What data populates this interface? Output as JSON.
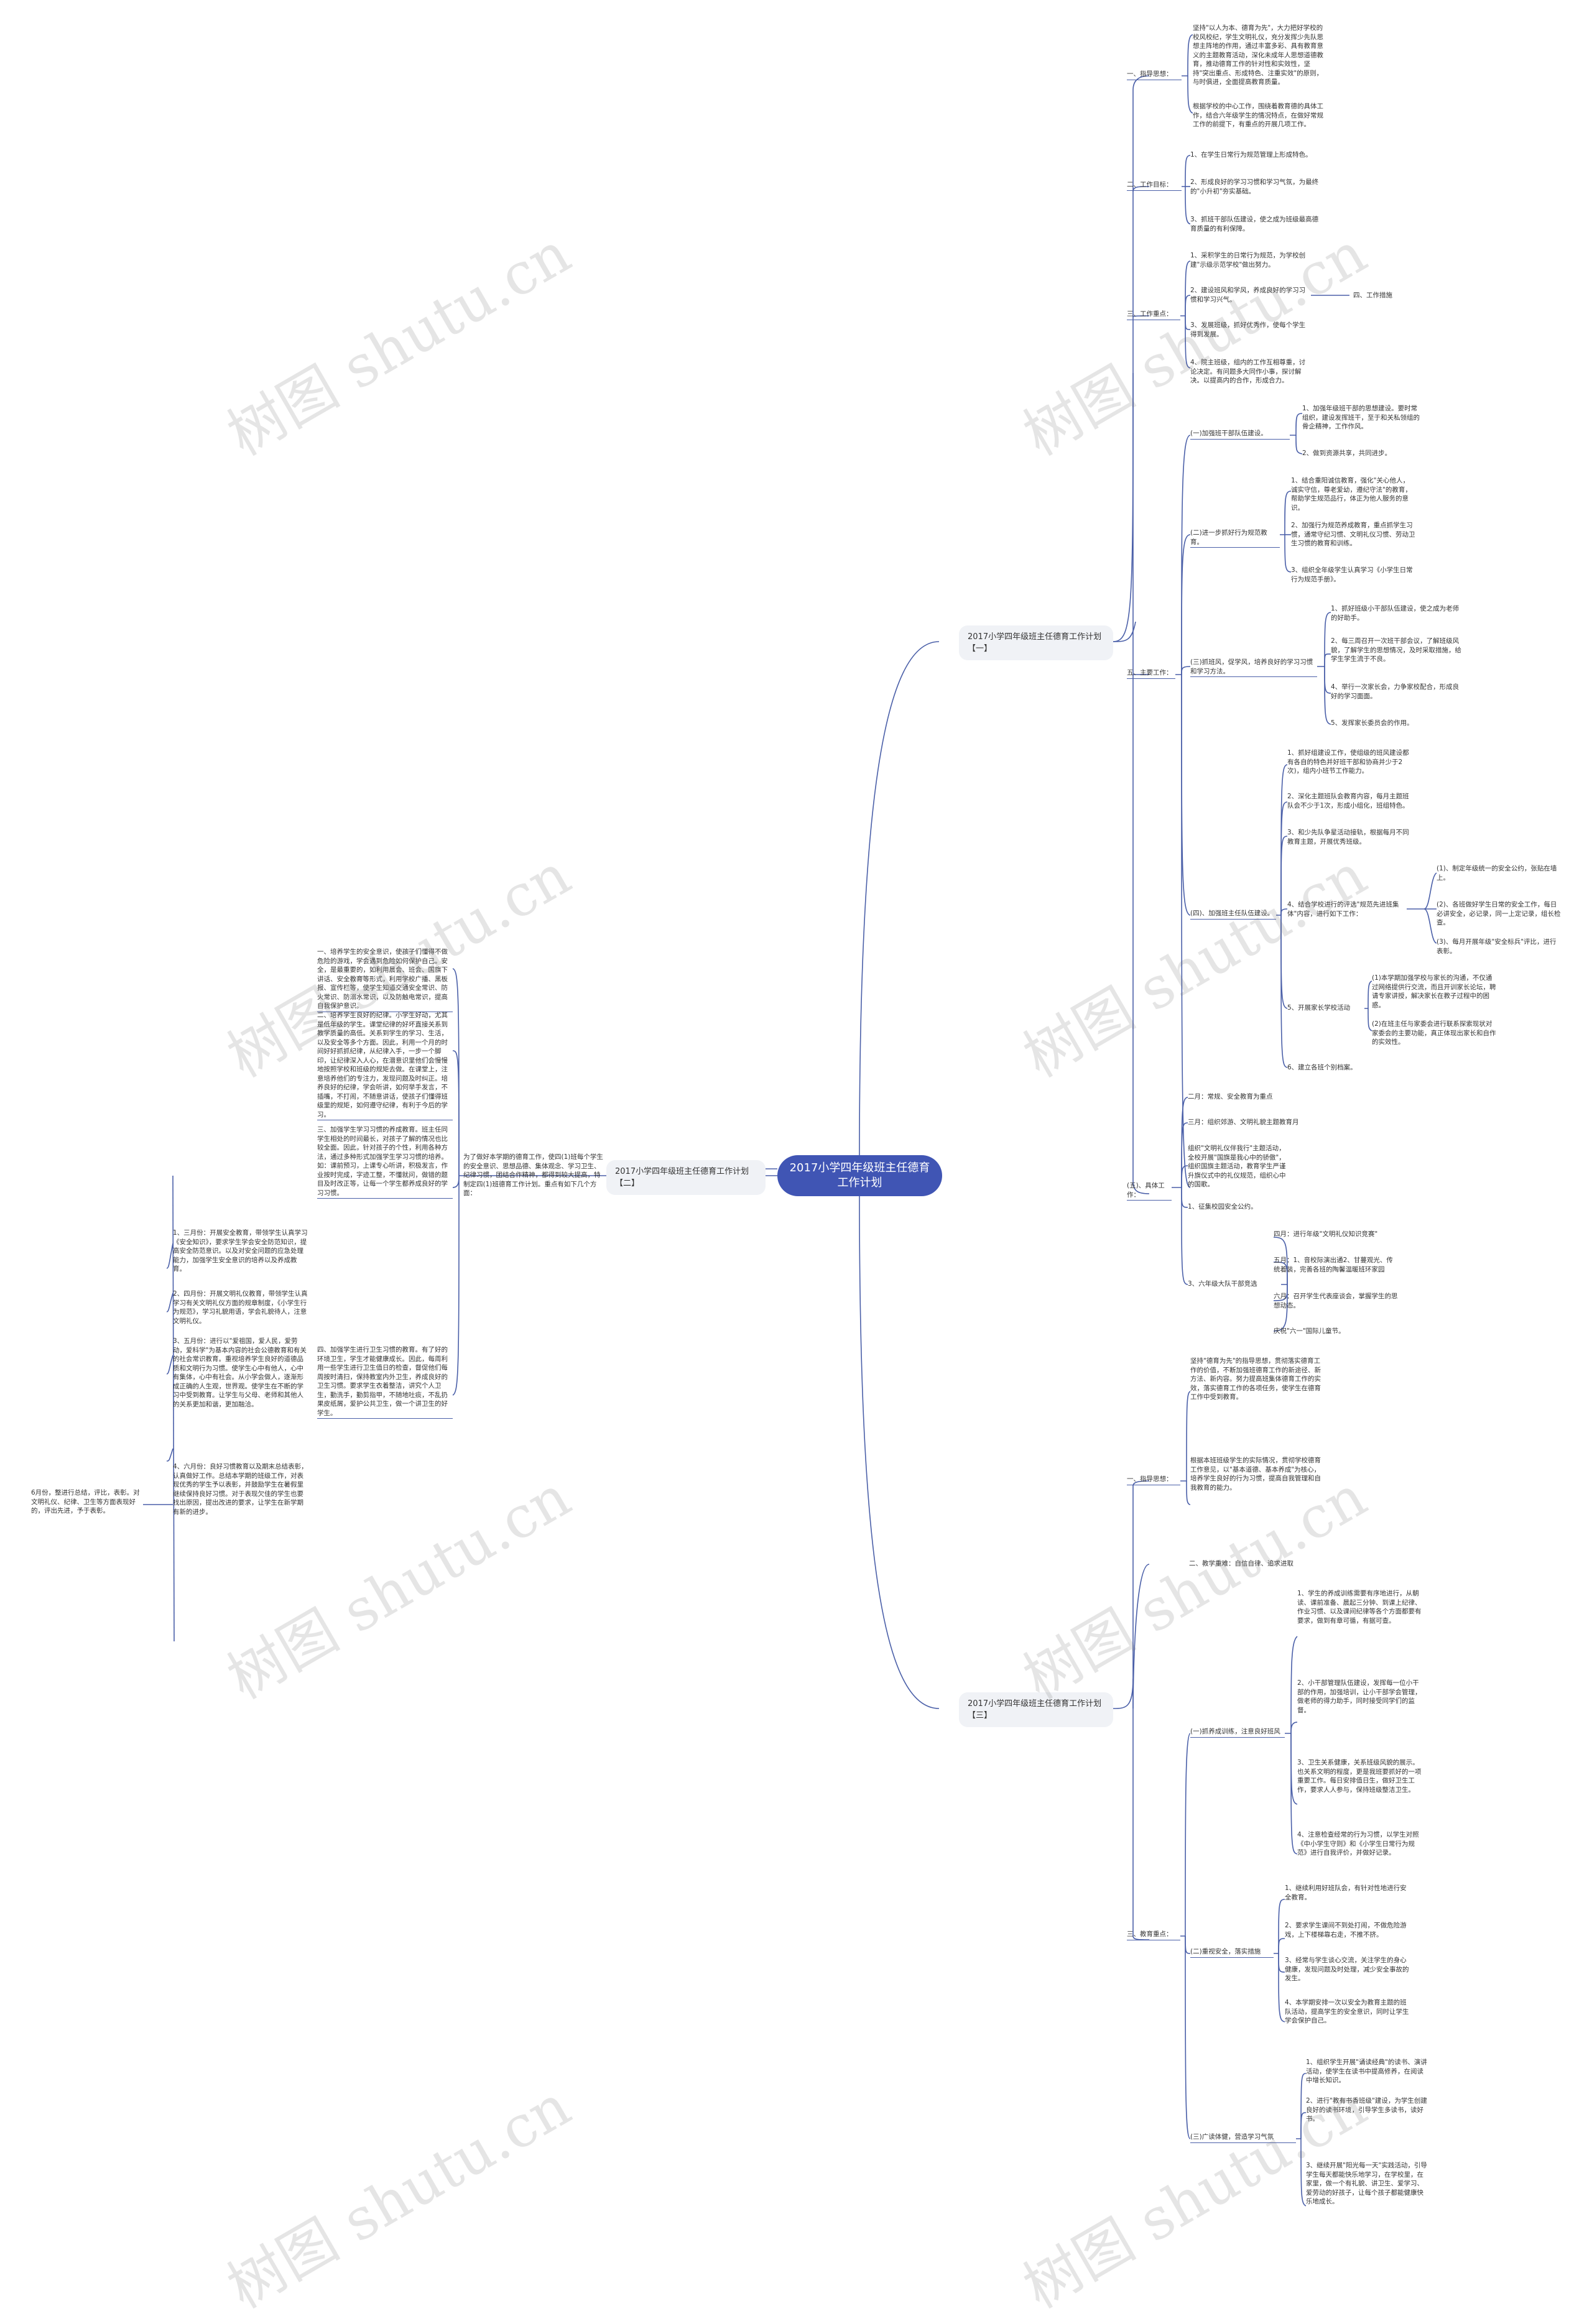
{
  "root": "2017小学四年级班主任德育工作计划",
  "branch1": "2017小学四年级班主任德育工作计划【一】",
  "branch2": "2017小学四年级班主任德育工作计划【二】",
  "branch3": "2017小学四年级班主任德育工作计划【三】",
  "watermark": "树图 shutu.cn",
  "b1": {
    "s1": "一、指导思想：",
    "s1a": "坚持\"以人为本、德育为先\"，大力把好学校的校风校纪，学生文明礼仪，充分发挥少先队思想主阵地的作用，通过丰富多彩、具有教育意义的主题教育活动，深化未成年人思想道德教育，推动德育工作的针对性和实效性，坚持\"突出重点、形成特色、注重实效\"的原则，与时俱进，全面提高教育质量。",
    "s1b": "根据学校的中心工作，围绕着教育德的具体工作，结合六年级学生的情况特点，在做好常规工作的前提下，有重点的开展几项工作。",
    "s2": "二、工作目标：",
    "s2a": "1、在学生日常行为规范管理上形成特色。",
    "s2b": "2、形成良好的学习习惯和学习气氛，为最终的\"小升初\"夯实基础。",
    "s2c": "3、抓班干部队伍建设，使之成为班级最高德育质量的有利保障。",
    "s3": "三、工作重点：",
    "s3a": "1、采积学生的日常行为规范，为学校创建\"示级示范学校\"做出努力。",
    "s3b": "2、建设班风和学风，养成良好的学习习惯和学习兴气。",
    "s3c": "3、发展班级，抓好优秀作，使每个学生得到发展。",
    "s3d": "4、院主班级，组内的工作互相尊重，讨论决定。有问题多大同作小事，探讨解决。以提高内的合作，形成合力。",
    "s4": "四、工作措施",
    "s5": "五、主要工作：",
    "g1": "(一)加强班干部队伍建设。",
    "g1a": "1、加强年级班干部的思想建设。要时常组织，建设发挥班干，至于和关私领组的骨企精神，工作作风。",
    "g1b": "2、做到资源共享，共同进步。",
    "g2": "(二)进一步抓好行为规范教育。",
    "g2a": "1、结合重阳诚信教育，强化\"关心他人，诚实守信，尊老爱幼，遵纪守法\"的教育，帮助学生规范品行，体正为他人服务的意识。",
    "g2b": "2、加强行为规范养成教育，重点抓学生习惯，通常守纪习惯、文明礼仪习惯、劳动卫生习惯的教育和训练。",
    "g2c": "3、组织全年级学生认真学习《小学生日常行为规范手册》。",
    "g3": "(三)抓班风，促学风，培养良好的学习习惯和学习方法。",
    "g3a": "1、抓好班级小干部队伍建设，使之成为老师的好助手。",
    "g3b": "2、每三周召开一次班干部会议，了解班级风貌，了解学生的思想情况，及时采取措施，给学生学生流于不良。",
    "g3c": "4、举行一次家长会，力争家校配合，形成良好的学习面面。",
    "g3d": "5、发挥家长委员会的作用。",
    "g4": "(四)、加强班主任队伍建设。",
    "g4a": "1、抓好组建设工作，使组级的班风建设都有各自的特色并好班干部和协商并少于2次)，组内小班节工作能力。",
    "g4b": "2、深化主题班队会教育内容，每月主题班队会不少于1次，形成小组化，班组特色。",
    "g4c": "3、和少先队争星活动接轨，根据每月不同教育主题，开展优秀班级。",
    "g4d": "4、结合学校进行的评选\"规范先进班集体\"内容，进行如下工作：",
    "g4d1": "(1)、制定年级统一的安全公约，张贴在墙上。",
    "g4d2": "(2)、各班做好学生日常的安全工作，每日必讲安全，必记录，同一上定记录，组长检查。",
    "g4d3": "(3)、每月开展年级\"安全标兵\"评比，进行表彰。",
    "g4e": "5、开展家长学校活动",
    "g4e1": "(1)本学期加强学校与家长的沟通，不仅通过网络提供行交流，而且开训家长论坛，聘请专家讲授，解决家长在教子过程中的困惑。",
    "g4e2": "(2)在班主任与家委会进行联系探索现状对家委会的主要功能，真正体现出家长和自作的实效性。",
    "g4f": "6、建立各班个别档案。",
    "g5": "(五)、具体工作：",
    "g5a": "二月：常规、安全教育为重点",
    "g5b": "三月：组织郊游、文明礼貌主题教育月",
    "g5c": "组织\"文明礼仪伴我行\"主题活动，全校开展\"国旗是我心中的骄傲\"，组织国旗主题活动，教育学生严谨升旗仪式中的礼仪规范，组织心中的国歌。",
    "g5d": "1、征集校园安全公约。",
    "g5e": "3、六年级大队干部竞选",
    "g5e1": "四月：进行年级\"文明礼仪知识竞赛\"",
    "g5e2": "五月：1、音校际演出通2、甘蔓观光、传统着装，完善各班的陶馨温暖班环家园",
    "g5e3": "六月：召开学生代表座谈会，掌握学生的思想动态。",
    "g5e4": "庆祝\"六一\"国际儿童节。"
  },
  "b2": {
    "intro": "为了做好本学期的德育工作，使四(1)班每个学生的安全意识、思想品德、集体观念、学习卫生、纪律习惯，团结合作精神，都得到较大提高，特制定四(1)班德育工作计划。重点有如下几个方面：",
    "p1": "一、培养学生的安全意识，使孩子们懂得不做危险的游戏，学会遇到危险如何保护自己。安全，是最重要的，如利用晨会、班会、国旗下讲话、安全教育等形式，利用学校广播、黑板报、宣传栏等，使学生知道交通安全常识、防火常识、防溺水常识，以及防触电常识，提高自我保护意识。",
    "p2": "二、培养学生良好的纪律。小学生好动，尤其是低年级的学生。课堂纪律的好坏直接关系到教学质量的高低。关系到学生的学习、生活，以及安全等多个方面。因此，利用一个月的时间好好抓抓纪律，从纪律入手，一步一个脚印，让纪律深入人心，在潜意识里他们会慢慢地按照学校和班级的规矩去做。在课堂上，注意培养他们的专注力，发现问题及时纠正。培养良好的纪律，学会听讲，如何举手发言，不插嘴，不打闹，不随意讲话，使孩子们懂得班级里的规矩，如何遵守纪律，有利于今后的学习。",
    "p3": "三、加强学生学习习惯的养成教育。班主任同学生相处的时间最长，对孩子了解的情况也比较全面。因此，针对孩子的个性，利用各种方法，通过多种形式加强学生学习习惯的培养。如：课前预习，上课专心听讲，积极发言，作业按时完成，字迹工整，不懂就问，做错的题目及时改正等，让每一个学生都养成良好的学习习惯。",
    "p4": "四、加强学生进行卫生习惯的教育。有了好的环境卫生，学生才能健康成长。因此，每周利用一些学生进行卫生值日的检查，督促他们每周按时清扫，保持教室内外卫生，养成良好的卫生习惯。要求学生衣着整洁，讲究个人卫生，勤洗手，勤剪指甲，不随地吐痰，不乱扔果皮纸屑，爱护公共卫生，做一个讲卫生的好学生。",
    "m1": "1、三月份：开展安全教育，带领学生认真学习《安全知识》，要求学生学会安全防范知识，提高安全防范意识。以及对安全问题的应急处理能力，加强学生安全意识的培养以及养成教育。",
    "m2": "2、四月份：开展文明礼仪教育，带领学生认真学习有关文明礼仪方面的规章制度，《小学生行为规范》，学习礼貌用语，学会礼貌待人，注意文明礼仪。",
    "m3": "3、五月份：进行以\"爱祖国，爱人民，爱劳动，爱科学\"为基本内容的社会公德教育和有关的社会常识教育。重视培养学生良好的道德品质和文明行为习惯。使学生心中有他人，心中有集体，心中有社会。从小学会做人，逐渐形成正确的人生观，世界观。使学生在不断的学习中受到教育。让学生与父母、老师和其他人的关系更加和谐，更加融洽。",
    "m4": "4、六月份：良好习惯教育以及期末总结表彰，认真做好工作。总结本学期的班级工作，对表现优秀的学生予以表彰，并鼓励学生在暑假里继续保持良好习惯。对于表现欠佳的学生也要找出原因，提出改进的要求，让学生在新学期有新的进步。",
    "side": "6月份，整进行总结，评比，表彰。对文明礼仪、纪律、卫生等方面表现好的，评出先进，予于表彰。"
  },
  "b3": {
    "s1": "一、指导思想：",
    "s1a": "坚持\"德育为先\"的指导思想，贯彻落实德育工作的价值，不断加强班德育工作的新途径、新方法、新内容。努力提高班集体德育工作的实效，落实德育工作的各项任务，使学生在德育工作中受到教育。",
    "s1b": "根据本班班级学生的实际情况，贯彻学校德育工作意见，以\"基本道德、基本养成\"为核心，培养学生良好的行为习惯，提高自我管理和自我教育的能力。",
    "s2": "二、教学重难：自信自律、追求进取",
    "s3": "三、教育重点：",
    "g1": "(一)抓养成训练，注意良好班风",
    "g1a": "1、学生的养成训练需要有序地进行，从朝读、课前准备、晨起三分钟、到课上纪律、作业习惯、以及课间纪律等各个方面都要有要求，做到有章可循，有据可查。",
    "g1b": "2、小干部管理队伍建设，发挥每一位小干部的作用，加强培训，让小干部学会管理，做老师的得力助手，同时接受同学们的监督。",
    "g1c": "3、卫生关系健康，关系班级风貌的展示。也关系文明的程度，更是我班要抓好的一项重要工作。每日安排值日生，做好卫生工作，要求人人参与，保持班级整洁卫生。",
    "g1d": "4、注意检查经常的行为习惯，以学生对照《中小学生守则》和《小学生日常行为规范》进行自我评价，并做好记录。",
    "g2": "(二)重视安全，落实措施",
    "g2a": "1、继续利用好班队会，有针对性地进行安全教育。",
    "g2b": "2、要求学生课间不到处打闹，不做危险游戏，上下楼梯靠右走，不推不挤。",
    "g2c": "3、经常与学生谈心交流，关注学生的身心健康，发现问题及时处理，减少安全事故的发生。",
    "g2d": "4、本学期安排一次以安全为教育主题的班队活动，提高学生的安全意识，同时让学生学会保护自己。",
    "g3": "(三)广读体健，营造学习气氛",
    "g3a": "1、组织学生开展\"诵读经典\"的读书、演讲活动，使学生在读书中提高修养，在阅读中增长知识。",
    "g3b": "2、进行\"教有书香班级\"建设，为学生创建良好的读书环境，引导学生多读书，读好书。",
    "g3c": "3、继续开展\"阳光每一天\"实践活动，引导学生每天都能快乐地学习，在学校里，在家里，做一个有礼貌、讲卫生、爱学习、爱劳动的好孩子，让每个孩子都能健康快乐地成长。"
  }
}
